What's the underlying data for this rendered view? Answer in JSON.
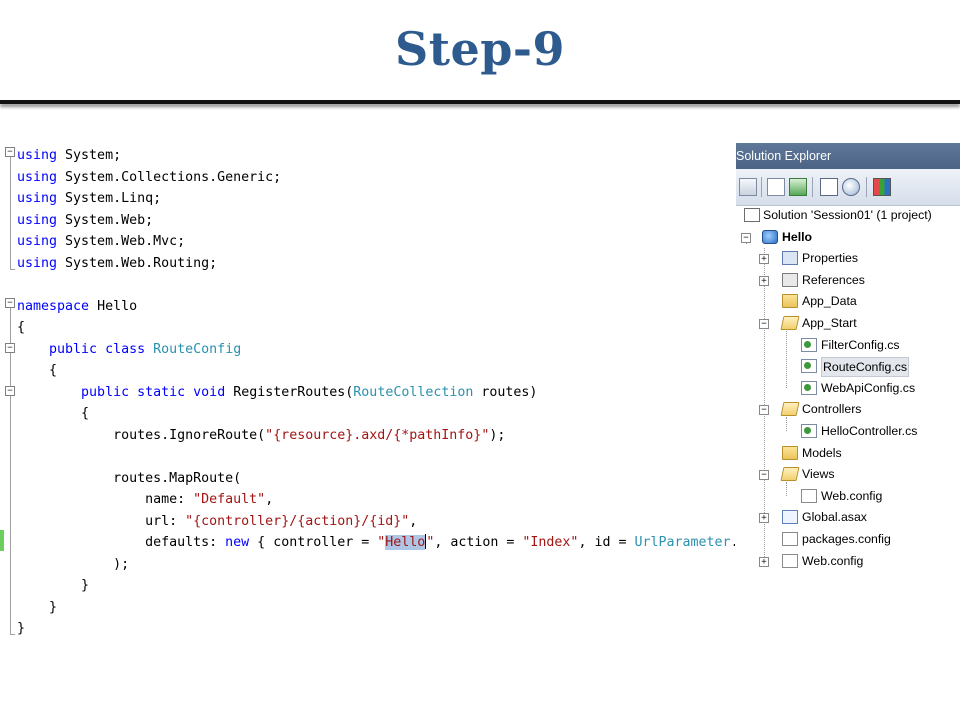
{
  "slide": {
    "title": "Step-9"
  },
  "code": {
    "lines": [
      [
        {
          "t": "using",
          "c": "kw"
        },
        {
          "t": " System;"
        }
      ],
      [
        {
          "t": "using",
          "c": "kw"
        },
        {
          "t": " System.Collections.Generic;"
        }
      ],
      [
        {
          "t": "using",
          "c": "kw"
        },
        {
          "t": " System.Linq;"
        }
      ],
      [
        {
          "t": "using",
          "c": "kw"
        },
        {
          "t": " System.Web;"
        }
      ],
      [
        {
          "t": "using",
          "c": "kw"
        },
        {
          "t": " System.Web.Mvc;"
        }
      ],
      [
        {
          "t": "using",
          "c": "kw"
        },
        {
          "t": " System.Web.Routing;"
        }
      ],
      [],
      [
        {
          "t": "namespace",
          "c": "kw"
        },
        {
          "t": " Hello"
        }
      ],
      [
        {
          "t": "{"
        }
      ],
      [
        {
          "t": "    "
        },
        {
          "t": "public",
          "c": "kw"
        },
        {
          "t": " "
        },
        {
          "t": "class",
          "c": "kw"
        },
        {
          "t": " "
        },
        {
          "t": "RouteConfig",
          "c": "ty"
        }
      ],
      [
        {
          "t": "    {"
        }
      ],
      [
        {
          "t": "        "
        },
        {
          "t": "public",
          "c": "kw"
        },
        {
          "t": " "
        },
        {
          "t": "static",
          "c": "kw"
        },
        {
          "t": " "
        },
        {
          "t": "void",
          "c": "kw"
        },
        {
          "t": " RegisterRoutes("
        },
        {
          "t": "RouteCollection",
          "c": "ty"
        },
        {
          "t": " routes)"
        }
      ],
      [
        {
          "t": "        {"
        }
      ],
      [
        {
          "t": "            routes.IgnoreRoute("
        },
        {
          "t": "\"{resource}.axd/{*pathInfo}\"",
          "c": "str"
        },
        {
          "t": ");"
        }
      ],
      [],
      [
        {
          "t": "            routes.MapRoute("
        }
      ],
      [
        {
          "t": "                name: "
        },
        {
          "t": "\"Default\"",
          "c": "str"
        },
        {
          "t": ","
        }
      ],
      [
        {
          "t": "                url: "
        },
        {
          "t": "\"{controller}/{action}/{id}\"",
          "c": "str"
        },
        {
          "t": ","
        }
      ],
      [
        {
          "t": "                defaults: "
        },
        {
          "t": "new",
          "c": "kw"
        },
        {
          "t": " { controller = "
        },
        {
          "t": "\"",
          "c": "str"
        },
        {
          "t": "Hello",
          "c": "sel"
        },
        {
          "t": "",
          "c": "caret"
        },
        {
          "t": "\"",
          "c": "str"
        },
        {
          "t": ", action = "
        },
        {
          "t": "\"Index\"",
          "c": "str"
        },
        {
          "t": ", id = "
        },
        {
          "t": "UrlParameter",
          "c": "ty"
        },
        {
          "t": ".Optional }"
        }
      ],
      [
        {
          "t": "            );"
        }
      ],
      [
        {
          "t": "        }"
        }
      ],
      [
        {
          "t": "    }"
        }
      ],
      [
        {
          "t": "}"
        }
      ]
    ]
  },
  "solution_explorer": {
    "header": "Solution Explorer",
    "toolbar": [
      "properties-icon",
      "show-all-files-icon",
      "refresh-icon",
      "view-code-icon",
      "view-designer-icon",
      "class-diagram-icon"
    ],
    "items": [
      {
        "label": "Solution 'Session01' (1 project)",
        "icon": "solution-icon"
      },
      {
        "label": "Hello",
        "icon": "web-project-icon",
        "bold": true,
        "expander": "minus"
      },
      {
        "label": "Properties",
        "icon": "properties-icon",
        "expander": "plus"
      },
      {
        "label": "References",
        "icon": "references-icon",
        "expander": "plus"
      },
      {
        "label": "App_Data",
        "icon": "folder-icon"
      },
      {
        "label": "App_Start",
        "icon": "folder-open-icon",
        "expander": "minus"
      },
      {
        "label": "FilterConfig.cs",
        "icon": "csharp-file-icon"
      },
      {
        "label": "RouteConfig.cs",
        "icon": "csharp-file-icon",
        "selected": true
      },
      {
        "label": "WebApiConfig.cs",
        "icon": "csharp-file-icon"
      },
      {
        "label": "Controllers",
        "icon": "folder-open-icon",
        "expander": "minus"
      },
      {
        "label": "HelloController.cs",
        "icon": "csharp-file-icon"
      },
      {
        "label": "Models",
        "icon": "folder-icon"
      },
      {
        "label": "Views",
        "icon": "folder-open-icon",
        "expander": "minus"
      },
      {
        "label": "Web.config",
        "icon": "config-file-icon"
      },
      {
        "label": "Global.asax",
        "icon": "asax-file-icon",
        "expander": "plus"
      },
      {
        "label": "packages.config",
        "icon": "config-file-icon"
      },
      {
        "label": "Web.config",
        "icon": "config-file-icon",
        "expander": "plus"
      }
    ]
  }
}
